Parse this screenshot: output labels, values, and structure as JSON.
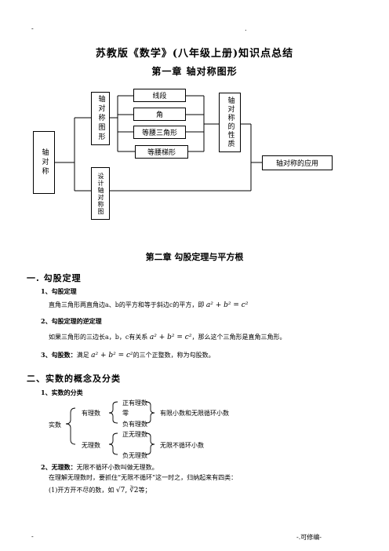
{
  "header_mark_left": "-",
  "header_mark_right": ".",
  "title": "苏教版《数学》(八年级上册)知识点总结",
  "ch1": {
    "title": "第一章  轴对称图形",
    "root": "轴对称",
    "node_figure": "轴对称图形",
    "node_design": "设计轴对称图",
    "leaf_segment": "线段",
    "leaf_angle": "角",
    "leaf_triangle": "等腰三角形",
    "leaf_trapezoid": "等腰梯形",
    "node_property": "轴对称的性质",
    "node_app": "轴对称的应用"
  },
  "ch2": {
    "title": "第二章     勾股定理与平方根",
    "s1": "一. 勾股定理",
    "s1_1": "1、勾股定理",
    "s1_1_text": "直角三角形两直角边a、b的平方和等于斜边c的平方，即",
    "s1_1_formula": "a² + b² = c²",
    "s1_2": "2、勾股定理的逆定理",
    "s1_2_text": "如果三角形的三边长a，b，c有关系",
    "s1_2_formula": "a² + b² = c²",
    "s1_2_tail": "，那么这个三角形是直角三角形。",
    "s1_3_label": "3、勾股数：",
    "s1_3_pre": "满足",
    "s1_3_formula": "a² + b² = c²",
    "s1_3_tail": "的三个正整数，称为勾股数。",
    "s2": "二、实数的概念及分类",
    "s2_1": "1、实数的分类",
    "tree_real": "实数",
    "tree_rational": "有理数",
    "tree_pos_rational": "正有理数",
    "tree_zero": "零",
    "tree_neg_rational": "负有理数",
    "tree_rational_note": "有限小数和无限循环小数",
    "tree_irrational": "无理数",
    "tree_pos_irrational": "正无理数",
    "tree_neg_irrational": "负无理数",
    "tree_irrational_note": "无限不循环小数",
    "s2_2_label": "2、无理数：",
    "s2_2_text": "无限不循环小数叫做无理数。",
    "s2_2_line2": "在理解无理数时，要抓住“无限不循环”这一时之，归纳起来有四类：",
    "s2_2_line3_pre": "(1)开方开不尽的数，如",
    "s2_2_line3_formula": "√7, ∛2",
    "s2_2_line3_tail": "等；"
  },
  "footer_left": "-",
  "footer_right": "-.可修编-"
}
